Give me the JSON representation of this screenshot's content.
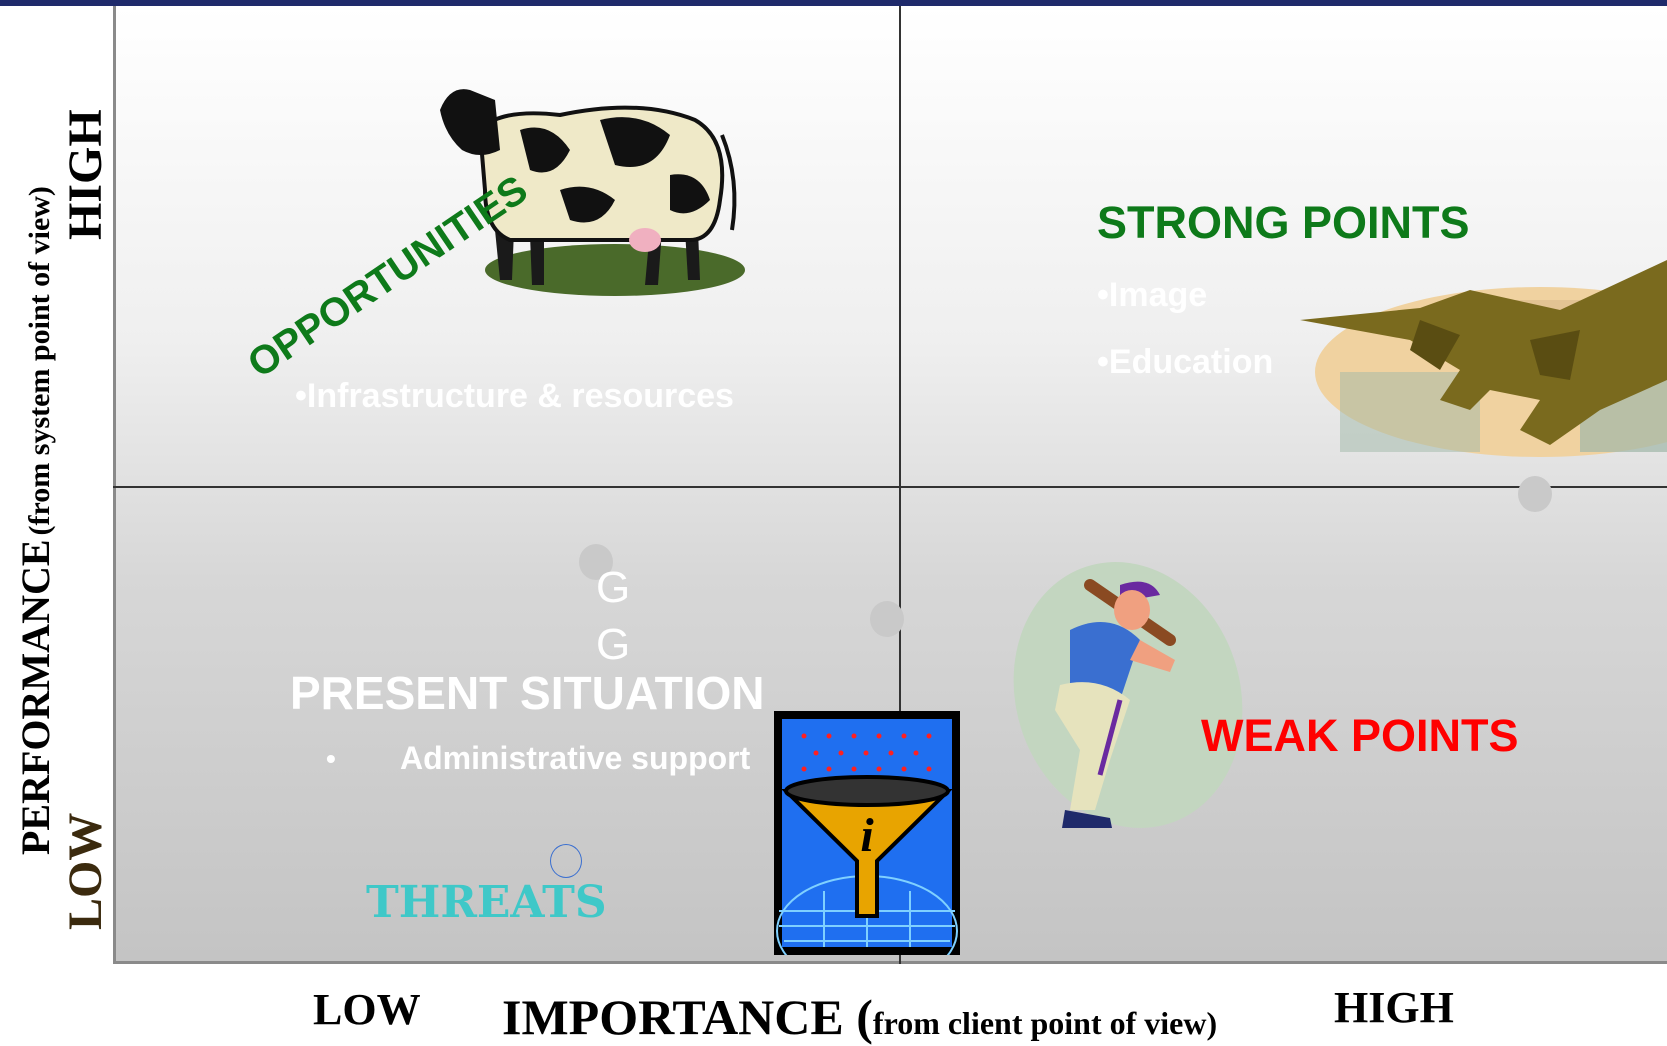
{
  "axes": {
    "y_title": "PERFORMANCE",
    "y_subtitle": "(from system point of view)",
    "y_high": "HIGH",
    "y_low": "LOW",
    "x_low": "LOW",
    "x_title": "IMPORTANCE (",
    "x_subtitle": "from client point of view)",
    "x_high": "HIGH"
  },
  "quadrants": {
    "opportunities": {
      "title": "OPPORTUNITIES",
      "items": [
        "•Infrastructure & resources"
      ]
    },
    "strong_points": {
      "title": "STRONG POINTS",
      "items": [
        "•Image",
        "•Education"
      ]
    },
    "present_situation": {
      "title": "PRESENT SITUATION",
      "bullet": "•",
      "items": [
        "Administrative support"
      ],
      "marks": [
        "G",
        "G"
      ]
    },
    "weak_points": {
      "title": "WEAK POINTS"
    },
    "threats": {
      "title": "THREATS"
    }
  },
  "colors": {
    "opportunities": "#0e7a1a",
    "strong_points": "#0e7a1a",
    "weak_points": "#ff0000",
    "threats": "#3fc8c8",
    "top_bar": "#1f2a6b"
  },
  "icons": [
    "cow-icon",
    "fighter-jet-icon",
    "baseball-batter-icon",
    "info-funnel-icon"
  ]
}
